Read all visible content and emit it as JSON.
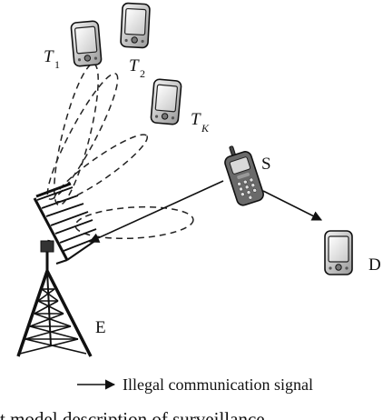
{
  "labels": {
    "t1": "T",
    "t1_sub": "1",
    "t2": "T",
    "t2_sub": "2",
    "tk": "T",
    "tk_sub": "K",
    "s": "S",
    "d": "D",
    "e": "E"
  },
  "legend": {
    "text": "Illegal communication signal"
  },
  "caption": {
    "text": "t model description of surveillance"
  },
  "icons": {
    "pda": "pda-phone-icon",
    "cellphone": "mobile-phone-icon",
    "tower": "antenna-tower-icon"
  }
}
